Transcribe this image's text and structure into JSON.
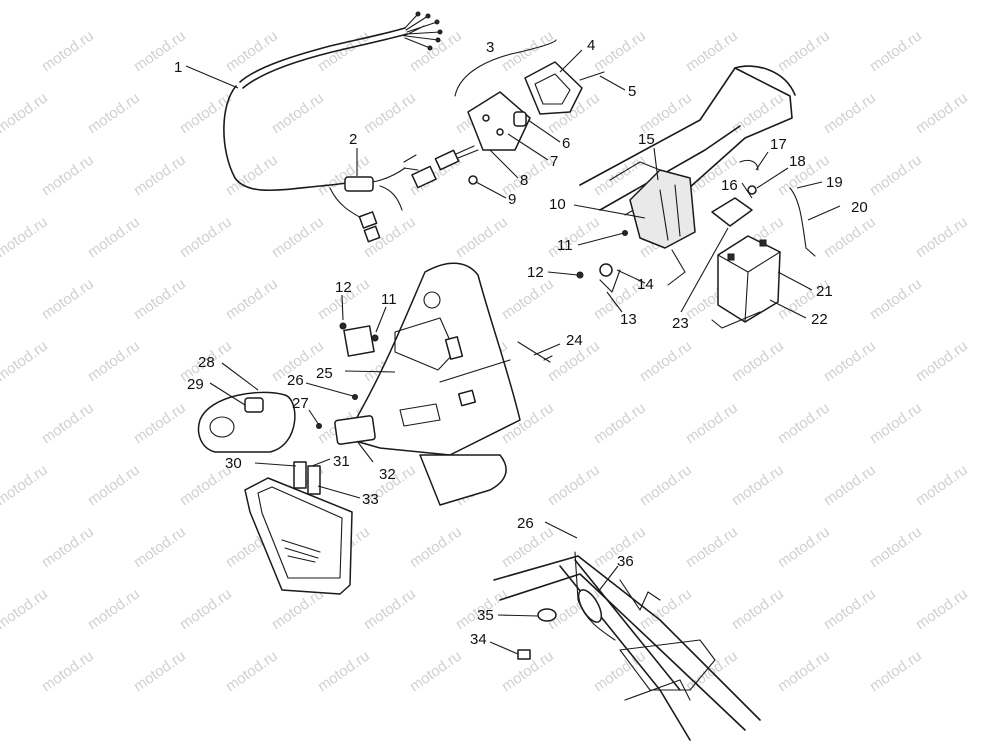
{
  "watermark": {
    "text": "motod.ru",
    "color": "#c8c8c8"
  },
  "callouts": [
    {
      "id": "c1",
      "label": "1"
    },
    {
      "id": "c2",
      "label": "2"
    },
    {
      "id": "c3",
      "label": "3"
    },
    {
      "id": "c4",
      "label": "4"
    },
    {
      "id": "c5",
      "label": "5"
    },
    {
      "id": "c6",
      "label": "6"
    },
    {
      "id": "c7",
      "label": "7"
    },
    {
      "id": "c8",
      "label": "8"
    },
    {
      "id": "c9",
      "label": "9"
    },
    {
      "id": "c10",
      "label": "10"
    },
    {
      "id": "c11a",
      "label": "11"
    },
    {
      "id": "c11b",
      "label": "11"
    },
    {
      "id": "c12a",
      "label": "12"
    },
    {
      "id": "c12b",
      "label": "12"
    },
    {
      "id": "c13",
      "label": "13"
    },
    {
      "id": "c14",
      "label": "14"
    },
    {
      "id": "c15",
      "label": "15"
    },
    {
      "id": "c16",
      "label": "16"
    },
    {
      "id": "c17",
      "label": "17"
    },
    {
      "id": "c18",
      "label": "18"
    },
    {
      "id": "c19",
      "label": "19"
    },
    {
      "id": "c20",
      "label": "20"
    },
    {
      "id": "c21",
      "label": "21"
    },
    {
      "id": "c22",
      "label": "22"
    },
    {
      "id": "c23",
      "label": "23"
    },
    {
      "id": "c24",
      "label": "24"
    },
    {
      "id": "c25",
      "label": "25"
    },
    {
      "id": "c26a",
      "label": "26"
    },
    {
      "id": "c26b",
      "label": "26"
    },
    {
      "id": "c27",
      "label": "27"
    },
    {
      "id": "c28",
      "label": "28"
    },
    {
      "id": "c29",
      "label": "29"
    },
    {
      "id": "c30",
      "label": "30"
    },
    {
      "id": "c31",
      "label": "31"
    },
    {
      "id": "c32",
      "label": "32"
    },
    {
      "id": "c33",
      "label": "33"
    },
    {
      "id": "c34",
      "label": "34"
    },
    {
      "id": "c35",
      "label": "35"
    },
    {
      "id": "c36",
      "label": "36"
    }
  ]
}
